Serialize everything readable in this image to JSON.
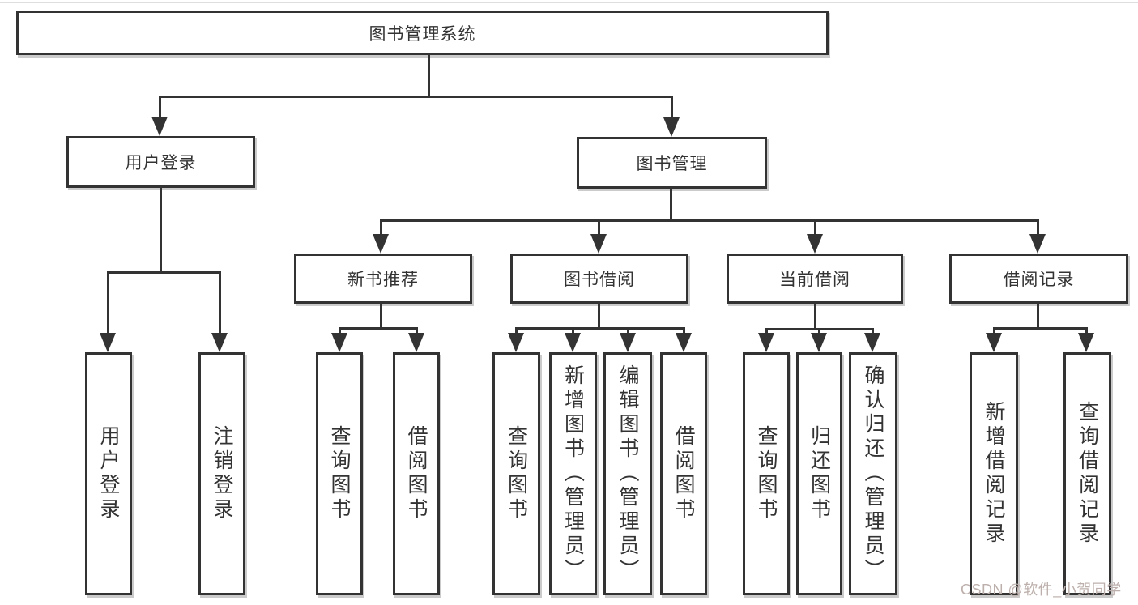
{
  "diagram_title": "图书管理系统",
  "nodes": {
    "root": {
      "label": "图书管理系统"
    },
    "level2": [
      {
        "label": "用户登录",
        "parent": "图书管理系统"
      },
      {
        "label": "图书管理",
        "parent": "图书管理系统"
      }
    ],
    "level3": [
      {
        "label": "新书推荐",
        "parent": "图书管理"
      },
      {
        "label": "图书借阅",
        "parent": "图书管理"
      },
      {
        "label": "当前借阅",
        "parent": "图书管理"
      },
      {
        "label": "借阅记录",
        "parent": "图书管理"
      }
    ],
    "leaves": [
      {
        "label": "用户登录",
        "parent": "用户登录"
      },
      {
        "label": "注销登录",
        "parent": "用户登录"
      },
      {
        "label": "查询图书",
        "parent": "新书推荐"
      },
      {
        "label": "借阅图书",
        "parent": "新书推荐"
      },
      {
        "label": "查询图书",
        "parent": "图书借阅"
      },
      {
        "label": "新增图书（管理员）",
        "parent": "图书借阅"
      },
      {
        "label": "编辑图书（管理员）",
        "parent": "图书借阅"
      },
      {
        "label": "借阅图书",
        "parent": "图书借阅"
      },
      {
        "label": "查询图书",
        "parent": "当前借阅"
      },
      {
        "label": "归还图书",
        "parent": "当前借阅"
      },
      {
        "label": "确认归还（管理员）",
        "parent": "当前借阅"
      },
      {
        "label": "新增借阅记录",
        "parent": "借阅记录"
      },
      {
        "label": "查询借阅记录",
        "parent": "借阅记录"
      }
    ]
  },
  "watermark": {
    "text": "CSDN @软件_小贺同学",
    "color": "#bdb0ac"
  },
  "colors": {
    "line": "#333333",
    "box_border": "#333333",
    "background": "#ffffff"
  }
}
